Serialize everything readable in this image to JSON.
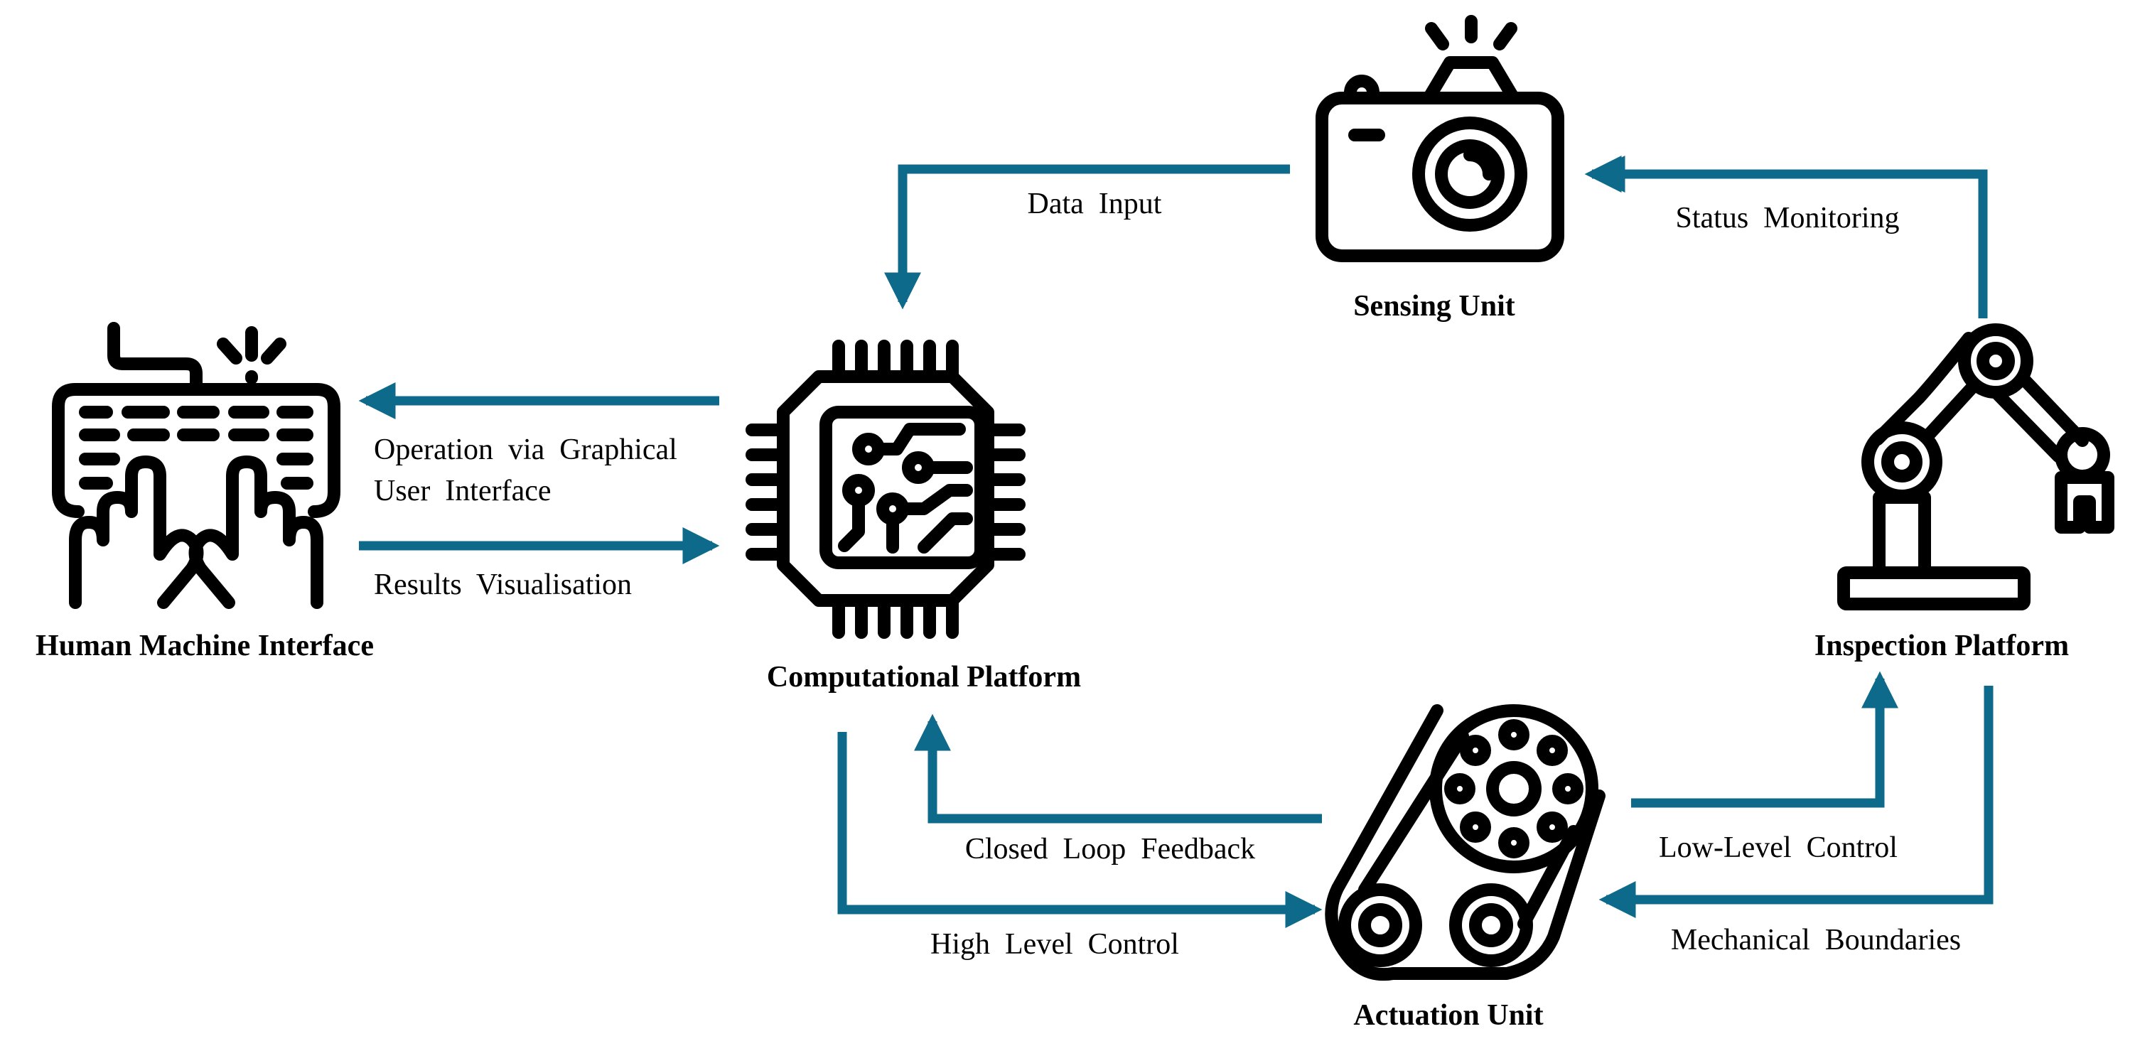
{
  "colors": {
    "arrow": "#0e6a8a",
    "icon": "#000000",
    "background": "#ffffff"
  },
  "nodes": {
    "hmi": {
      "label": "Human Machine Interface",
      "icon": "keyboard-hands-icon"
    },
    "computational": {
      "label": "Computational Platform",
      "icon": "cpu-chip-icon"
    },
    "sensing": {
      "label": "Sensing Unit",
      "icon": "camera-icon"
    },
    "inspection": {
      "label": "Inspection Platform",
      "icon": "robot-arm-icon"
    },
    "actuation": {
      "label": "Actuation Unit",
      "icon": "belt-drive-icon"
    }
  },
  "edges": {
    "operation_gui": {
      "line1": "Operation  via  Graphical",
      "line2": "User  Interface"
    },
    "results_visualisation": "Results  Visualisation",
    "data_input": "Data  Input",
    "status_monitoring": "Status  Monitoring",
    "closed_loop_feedback": "Closed  Loop  Feedback",
    "high_level_control": "High  Level  Control",
    "low_level_control": "Low-Level  Control",
    "mechanical_boundaries": "Mechanical  Boundaries"
  }
}
